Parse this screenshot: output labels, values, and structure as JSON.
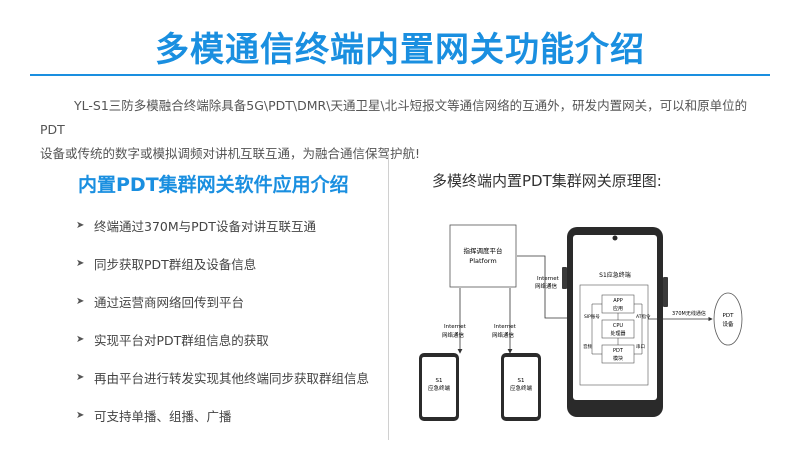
{
  "header": {
    "title": "多模通信终端内置网关功能介绍"
  },
  "intro": {
    "line1": "YL-S1三防多模融合终端除具备5G\\PDT\\DMR\\天通卫星\\北斗短报文等通信网络的互通外，研发内置网关，可以和原单位的PDT",
    "line2": "设备或传统的数字或模拟调频对讲机互联互通，为融合通信保驾护航!"
  },
  "software": {
    "title": "内置PDT集群网关软件应用介绍",
    "features": [
      "终端通过370M与PDT设备对讲互联互通",
      "同步获取PDT群组及设备信息",
      "通过运营商网络回传到平台",
      "实现平台对PDT群组信息的获取",
      "再由平台进行转发实现其他终端同步获取群组信息",
      "可支持单播、组播、广播"
    ]
  },
  "diagram": {
    "title": "多模终端内置PDT集群网关原理图:",
    "platform_line1": "指挥调度平台",
    "platform_line2": "Platform",
    "internet_label": "Internet",
    "network_label": "网络通信",
    "phone_title": "S1应急终端",
    "app_line1": "APP",
    "app_line2": "应用",
    "cpu_line1": "CPU",
    "cpu_line2": "处理器",
    "pdt_line1": "PDT",
    "pdt_line2": "模块",
    "sip_label": "SIP账号",
    "at_label": "AT指令",
    "audio_label": "音频",
    "serial_label": "串口",
    "link_label": "370M无线通信",
    "pdt_device_line1": "PDT",
    "pdt_device_line2": "设备",
    "small_phone_line1": "S1",
    "small_phone_line2": "应急终端"
  },
  "colors": {
    "accent": "#1a8fe0"
  }
}
